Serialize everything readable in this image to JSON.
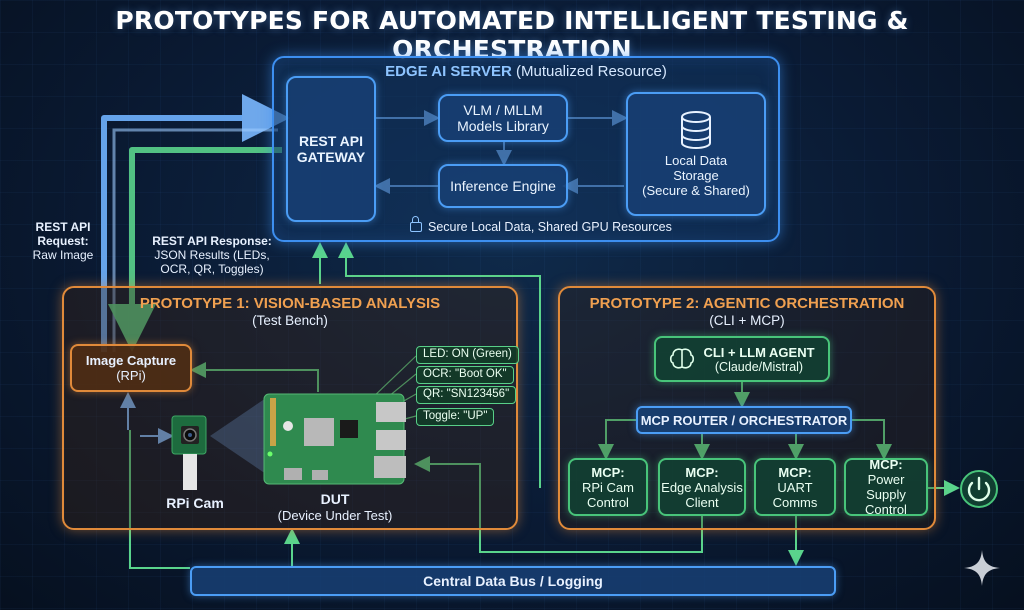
{
  "title": "PROTOTYPES FOR AUTOMATED INTELLIGENT TESTING & ORCHESTRATION",
  "server": {
    "title_bold": "EDGE AI SERVER",
    "title_rest": "(Mutualized Resource)",
    "gateway": [
      "REST API",
      "GATEWAY"
    ],
    "models": [
      "VLM / MLLM",
      "Models Library"
    ],
    "inference": "Inference Engine",
    "storage": [
      "Local Data",
      "Storage",
      "(Secure & Shared)"
    ],
    "secure_note": "Secure Local Data, Shared GPU Resources"
  },
  "request": {
    "lines": [
      "REST API",
      "Request:"
    ],
    "detail": "Raw Image"
  },
  "response": {
    "title": "REST API Response:",
    "lines": [
      "JSON Results (LEDs,",
      "OCR, QR, Toggles)"
    ]
  },
  "p1": {
    "title": "PROTOTYPE 1: VISION-BASED ANALYSIS",
    "subtitle": "(Test Bench)",
    "capture": [
      "Image Capture",
      "(RPi)"
    ],
    "cam_label": "RPi Cam",
    "dut_title": "DUT",
    "dut_subtitle": "(Device Under Test)",
    "callouts": [
      "LED: ON (Green)",
      "OCR: \"Boot OK\"",
      "QR: \"SN123456\"",
      "Toggle: \"UP\""
    ]
  },
  "p2": {
    "title": "PROTOTYPE 2: AGENTIC ORCHESTRATION",
    "subtitle": "(CLI + MCP)",
    "agent": [
      "CLI + LLM AGENT",
      "(Claude/Mistral)"
    ],
    "router": "MCP ROUTER / ORCHESTRATOR",
    "mcps": [
      {
        "head": "MCP:",
        "lines": [
          "RPi Cam",
          "Control"
        ]
      },
      {
        "head": "MCP:",
        "lines": [
          "Edge Analysis",
          "Client"
        ]
      },
      {
        "head": "MCP:",
        "lines": [
          "UART",
          "Comms"
        ]
      },
      {
        "head": "MCP:",
        "lines": [
          "Power Supply",
          "Control"
        ]
      }
    ]
  },
  "bus": "Central Data Bus / Logging",
  "icons": [
    "database-icon",
    "lock-icon",
    "brain-icon",
    "power-icon",
    "sparkle-icon",
    "camera-icon",
    "board-icon"
  ],
  "colors": {
    "blue": "#3d8ff0",
    "green": "#48c47a",
    "orange": "#e08a3a",
    "title": "#ffffff"
  }
}
